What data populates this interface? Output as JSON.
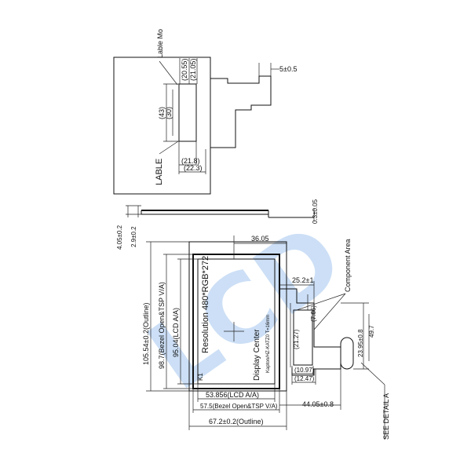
{
  "watermark": {
    "text": "LCD",
    "color": "#6fa6e6"
  },
  "top_view": {
    "label_top": "Lable Mo",
    "label_left": "LABLE",
    "dim_2055": "(20.55)",
    "dim_2105": "(21.05)",
    "dim_43": "(43)",
    "dim_30": "(30)",
    "dim_218": "(21.8)",
    "dim_223": "(22.3)",
    "dim_fpc": "5±0.5"
  },
  "side_view": {
    "dim_405": "4.05±0.2",
    "dim_29": "2.9±0.2",
    "dim_03": "0.3±0.05"
  },
  "front_view": {
    "dim_3605": "36.05",
    "dim_252": "25.2±1",
    "component_area": "Component Area",
    "resolution": "Resolution 480*RGB*272",
    "display_center": "Display Center",
    "part_text": "Kapton/HZ-KATZ0 T=16mm",
    "dim_766": "(7.66)",
    "dim_2127": "(21.27)",
    "dim_1097": "(10.97)",
    "dim_1247": "(12.47)",
    "dim_2395": "23.95±0.8",
    "dim_497": "49.7",
    "dim_1055": "105.54±0.2(Outline)",
    "dim_987": "98.7(Bezel Open&TSP V/A)",
    "dim_9504": "95.04(LCD A/A)",
    "dim_5385": "53.856(LCD A/A)",
    "dim_575": "57.5(Bezel Open&TSP V/A)",
    "dim_672": "67.2±0.2(Outline)",
    "dim_4405": "44.05±0.8",
    "see_detail": "SEE DETAIL A",
    "corner_mark": "K1"
  }
}
